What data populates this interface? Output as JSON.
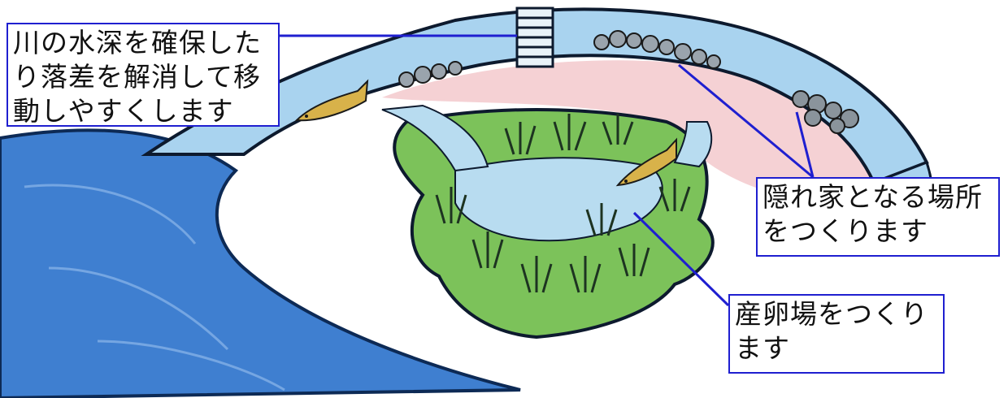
{
  "callouts": {
    "water_depth": {
      "lines": [
        "川の水深を確保した",
        "り落差を解消して移",
        "動しやすくします"
      ]
    },
    "hiding_place": {
      "lines": [
        "隠れ家となる場所",
        "をつくります"
      ]
    },
    "spawning_ground": {
      "lines": [
        "産卵場をつくり",
        "ます"
      ]
    }
  },
  "colors": {
    "river": "#3f7fd0",
    "channel": "#a9d3ef",
    "pond_water": "#b8dcf0",
    "pond_land": "#7cc25a",
    "bank_pink": "#f3c9cc",
    "callout_border": "#1f1fd0",
    "fish": "#d8b24a"
  },
  "icons": [
    "fish-icon",
    "rock-pile-icon",
    "fish-ladder-icon",
    "reed-plant-icon"
  ]
}
